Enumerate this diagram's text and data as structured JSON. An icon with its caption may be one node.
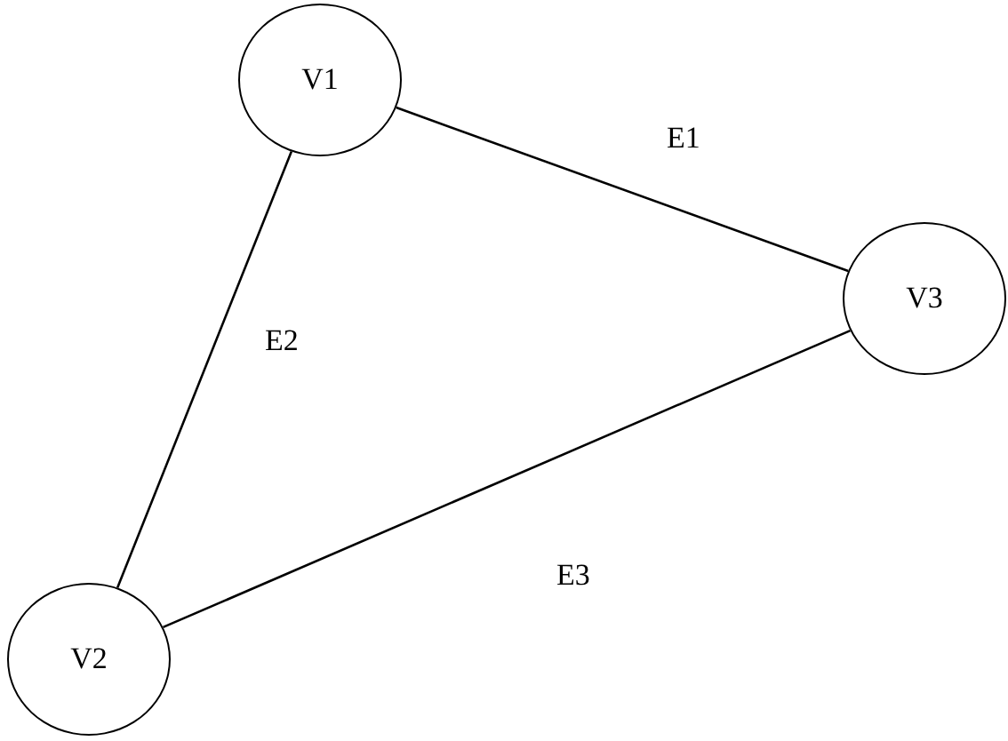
{
  "diagram": {
    "nodes": [
      {
        "text": [
          "V1"
        ]
      },
      {
        "text": [
          "V3"
        ]
      },
      {
        "text": [
          "V2"
        ]
      }
    ],
    "edges": [
      {
        "from": 0,
        "to": 1,
        "arrow": "none",
        "label": "E1"
      },
      {
        "from": 0,
        "to": 2,
        "arrow": "none",
        "label": "E2"
      },
      {
        "from": 2,
        "to": 1,
        "arrow": "none",
        "label": "E3"
      }
    ]
  }
}
